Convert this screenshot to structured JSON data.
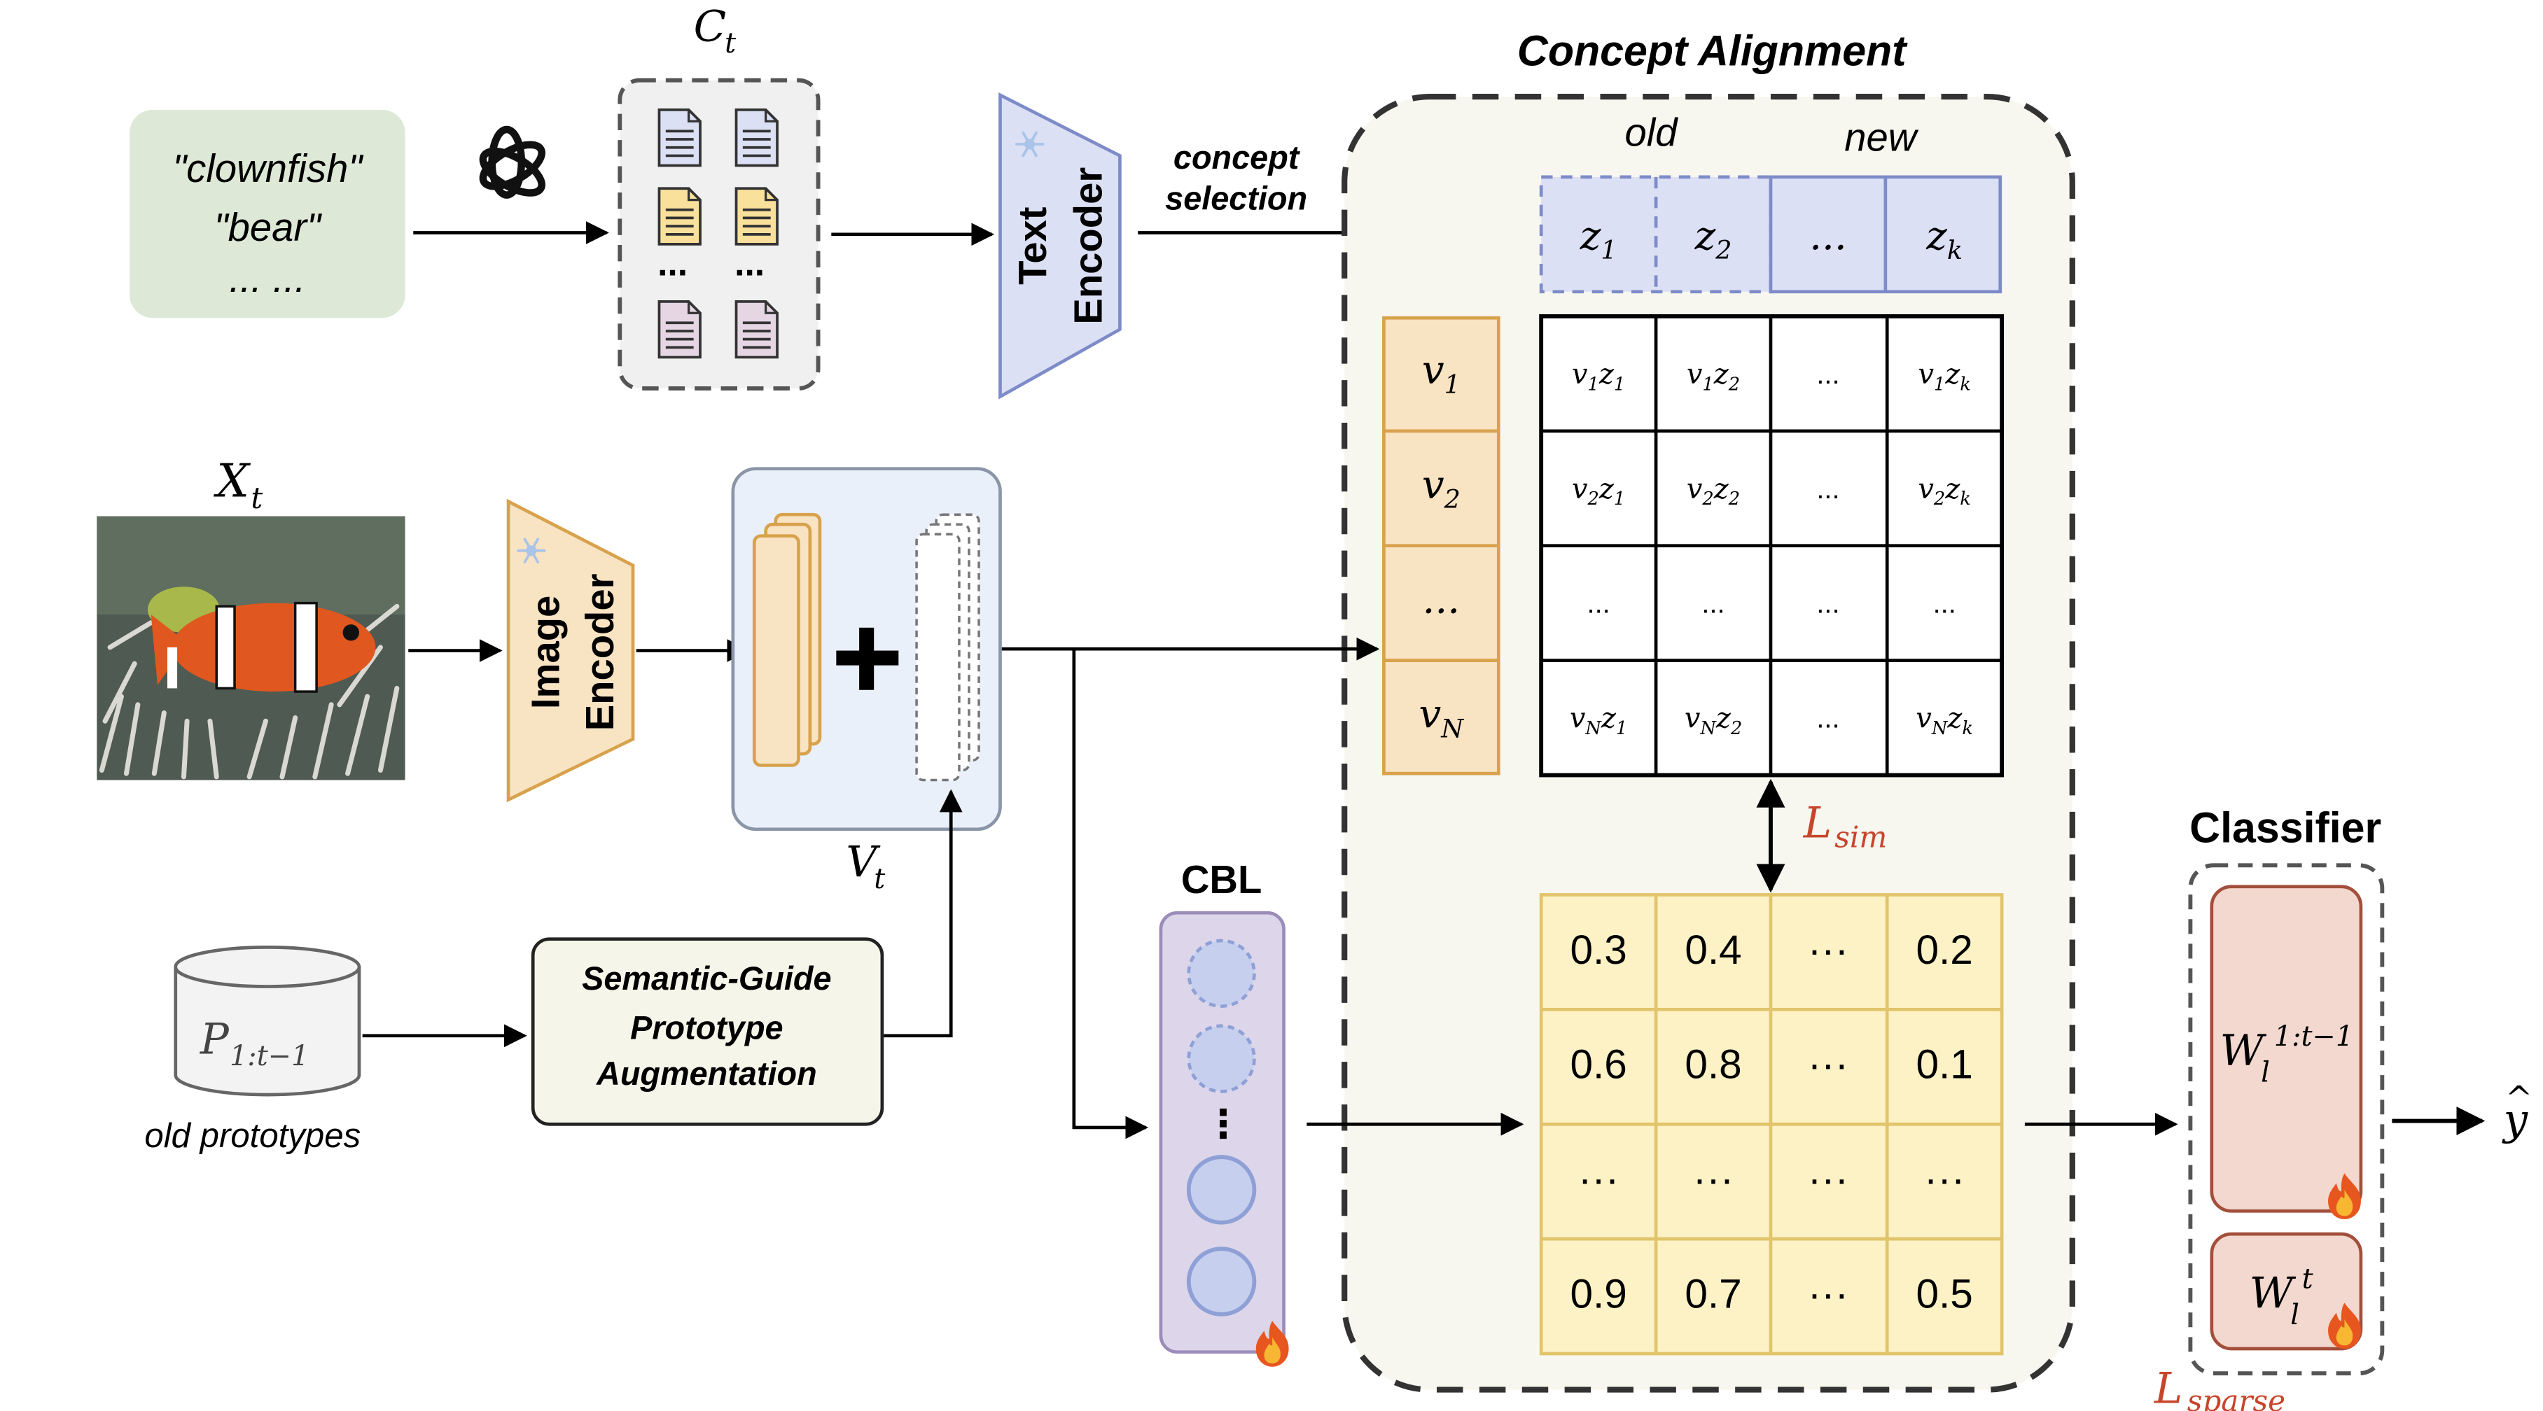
{
  "prompt_box": {
    "lines": [
      "\"clownfish\"",
      "\"bear\"",
      "... ..."
    ]
  },
  "concept_set_label": "C",
  "concept_set_sub": "t",
  "text_encoder": {
    "line1": "Text",
    "line2": "Encoder"
  },
  "concept_selection": {
    "line1": "concept",
    "line2": "selection"
  },
  "concept_alignment": {
    "title": "Concept Alignment",
    "old_label": "old",
    "new_label": "new",
    "z_cells": [
      {
        "base": "z",
        "sub": "1"
      },
      {
        "base": "z",
        "sub": "2"
      },
      {
        "base": "...",
        "sub": ""
      },
      {
        "base": "z",
        "sub": "k"
      }
    ],
    "v_cells": [
      {
        "base": "v",
        "sub": "1"
      },
      {
        "base": "v",
        "sub": "2"
      },
      {
        "base": "...",
        "sub": ""
      },
      {
        "base": "v",
        "sub": "N"
      }
    ],
    "sim_matrix": [
      [
        {
          "a": "v",
          "as": "1",
          "b": "z",
          "bs": "1"
        },
        {
          "a": "v",
          "as": "1",
          "b": "z",
          "bs": "2"
        },
        {
          "t": "..."
        },
        {
          "a": "v",
          "as": "1",
          "b": "z",
          "bs": "k"
        }
      ],
      [
        {
          "a": "v",
          "as": "2",
          "b": "z",
          "bs": "1"
        },
        {
          "a": "v",
          "as": "2",
          "b": "z",
          "bs": "2"
        },
        {
          "t": "..."
        },
        {
          "a": "v",
          "as": "2",
          "b": "z",
          "bs": "k"
        }
      ],
      [
        {
          "t": "..."
        },
        {
          "t": "..."
        },
        {
          "t": "..."
        },
        {
          "t": "..."
        }
      ],
      [
        {
          "a": "v",
          "as": "N",
          "b": "z",
          "bs": "1"
        },
        {
          "a": "v",
          "as": "N",
          "b": "z",
          "bs": "2"
        },
        {
          "t": "..."
        },
        {
          "a": "v",
          "as": "N",
          "b": "z",
          "bs": "k"
        }
      ]
    ],
    "loss_sim": {
      "base": "L",
      "sub": "sim"
    },
    "score_matrix": [
      [
        "0.3",
        "0.4",
        "···",
        "0.2"
      ],
      [
        "0.6",
        "0.8",
        "···",
        "0.1"
      ],
      [
        "···",
        "···",
        "···",
        "···"
      ],
      [
        "0.9",
        "0.7",
        "···",
        "0.5"
      ]
    ]
  },
  "image_label": {
    "base": "X",
    "sub": "t"
  },
  "image_encoder": {
    "line1": "Image",
    "line2": "Encoder"
  },
  "features_label": {
    "base": "V",
    "sub": "t"
  },
  "prototypes": {
    "label_base": "P",
    "label_sub": "1:t−1",
    "caption": "old prototypes"
  },
  "augmentation": {
    "lines": [
      "Semantic-Guide",
      "Prototype",
      "Augmentation"
    ]
  },
  "cbl": {
    "title": "CBL",
    "dots": "⋮"
  },
  "classifier": {
    "title": "Classifier",
    "w_old": {
      "base": "W",
      "sub": "l",
      "sup": "1:t−1"
    },
    "w_new": {
      "base": "W",
      "sub": "l",
      "sup": "t"
    },
    "loss_sparse": {
      "base": "L",
      "sub": "sparse"
    }
  },
  "output": {
    "base": "y",
    "accent": "^"
  },
  "colors": {
    "prompt_fill": "#dde9d6",
    "encoder_text_fill": "#dbe0f5",
    "encoder_text_stroke": "#7d8bc8",
    "encoder_image_fill": "#f8e3c3",
    "encoder_image_stroke": "#d8a24c",
    "z_fill": "#dbe0f5",
    "v_fill": "#f8e3c3",
    "score_fill": "#fcf2c6",
    "score_stroke": "#e1c46b",
    "cbl_fill": "#ddd6ea",
    "cbl_stroke": "#9b8cba",
    "cls_fill": "#f2d8cf",
    "cls_stroke": "#a34f3c",
    "loss_color": "#c8452b",
    "ca_fill": "#f7f7ef",
    "features_fill": "#eaf0fa"
  },
  "icons": [
    "openai-logo-icon",
    "document-icon",
    "snowflake-icon",
    "fire-icon",
    "plus-icon",
    "database-icon",
    "clownfish-photo"
  ]
}
